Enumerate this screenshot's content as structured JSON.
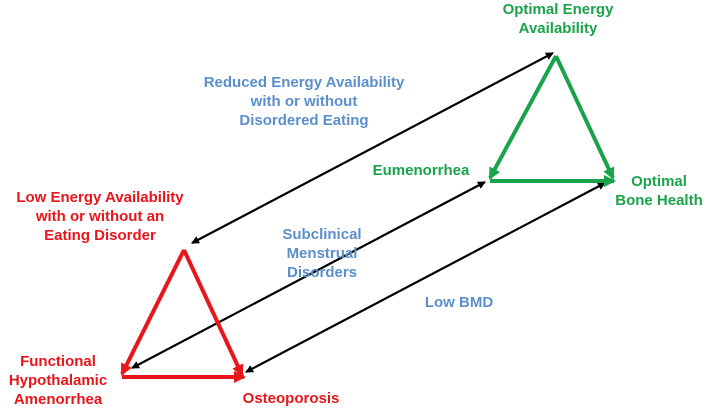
{
  "colors": {
    "healthy": "#1aa34a",
    "disorder": "#e8151b",
    "spectrum": "#5b8fcb",
    "arrow": "#000000"
  },
  "healthy_triad": {
    "top": [
      "Optimal Energy",
      "Availability"
    ],
    "left": "Eumenorrhea",
    "right": [
      "Optimal",
      "Bone Health"
    ]
  },
  "disorder_triad": {
    "top": [
      "Low Energy Availability",
      "with or without an",
      "Eating Disorder"
    ],
    "left": [
      "Functional",
      "Hypothalamic",
      "Amenorrhea"
    ],
    "right": "Osteoporosis"
  },
  "spectrum_labels": {
    "energy": [
      "Reduced Energy Availability",
      "with or without",
      "Disordered Eating"
    ],
    "menstrual": [
      "Subclinical",
      "Menstrual",
      "Disorders"
    ],
    "bone": "Low BMD"
  }
}
